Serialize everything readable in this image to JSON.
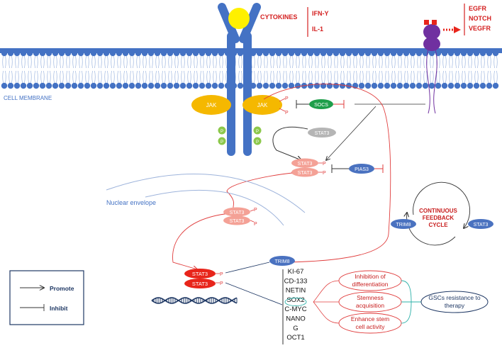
{
  "colors": {
    "membrane_blue": "#4472c4",
    "membrane_light": "#8eaadb",
    "jak_orange": "#f5b800",
    "socs_green": "#1e9e4a",
    "phospho_green": "#8cc84b",
    "stat3_gray": "#b5b5b5",
    "stat3_salmon": "#f4a196",
    "stat3_red": "#e8251b",
    "pias_blue": "#4a72c0",
    "arrow_red": "#e03c3c",
    "cytokine_yellow": "#fff000",
    "receptor_purple": "#7030a0",
    "text_red": "#d42020",
    "dna_navy": "#1f3864"
  },
  "cytokines": {
    "label": "CYTOKINES",
    "items": [
      "IFN-Y",
      "IL-1"
    ]
  },
  "receptors": {
    "items": [
      "EGFR",
      "NOTCH",
      "VEGFR"
    ]
  },
  "membrane_label": "CELL MEMBRANE",
  "jak_label": "JAK",
  "p_label": "P",
  "phospho_label": "P",
  "socs_label": "SOCS",
  "stat3_label": "STAT3",
  "pias_label": "PIAS3",
  "trim8_label": "TRIM8",
  "nuclear_envelope_label": "Nuclear envelope",
  "feedback": {
    "title": [
      "CONTINUOUS",
      "FEEDBACK",
      "CYCLE"
    ],
    "left": "TRIM8",
    "right": "STAT3"
  },
  "genes": [
    "KI-67",
    "CD-133",
    "NETIN",
    "SOX2",
    "C-MYC",
    "NANO",
    "G",
    "OCT1"
  ],
  "outcomes": [
    "Inhibition of differentiation",
    "Stemness acquisition",
    "Enhance stem cell activity"
  ],
  "outcome_lines": [
    [
      "Inhibition of",
      "differentiation"
    ],
    [
      "Stemness",
      "acquisition"
    ],
    [
      "Enhance stem",
      "cell activity"
    ]
  ],
  "final_outcome": [
    "GSCs resistance to",
    "therapy"
  ],
  "legend": {
    "promote": "Promote",
    "inhibit": "Inhibit"
  }
}
